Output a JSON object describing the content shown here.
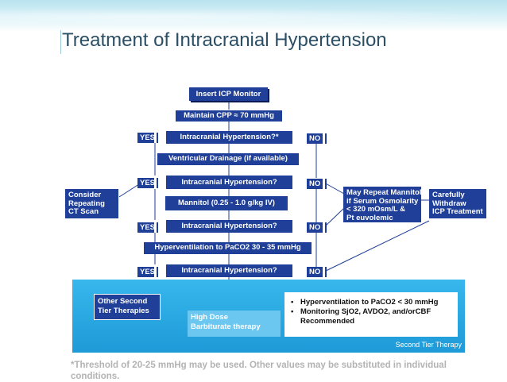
{
  "slide": {
    "title": "Treatment of Intracranial Hypertension"
  },
  "flow": {
    "insert_icp": "Insert ICP Monitor",
    "maintain_cpp": "Maintain CPP ≈ 70 mmHg",
    "ich_1": "Intracranial Hypertension?*",
    "ventricular_drainage": "Ventricular Drainage (if available)",
    "ich_2": "Intracranial Hypertension?",
    "mannitol": "Mannitol (0.25 - 1.0 g/kg IV)",
    "ich_3": "Intracranial Hypertension?",
    "hyperventilation": "Hyperventilation to PaCO2 30 - 35 mmHg",
    "ich_4": "Intracranial Hypertension?"
  },
  "labels": {
    "yes": "YES",
    "no": "NO"
  },
  "side": {
    "consider_ct": [
      "Consider",
      "Repeating",
      "CT Scan"
    ],
    "repeat_mannitol": [
      "May Repeat Mannitol",
      "if Serum Osmolarity",
      "< 320 mOsm/L &",
      "Pt euvolemic"
    ],
    "withdraw_icp": [
      "Carefully",
      "Withdraw",
      "ICP Treatment"
    ]
  },
  "second_tier": {
    "other_therapies": [
      "Other Second",
      "Tier Therapies"
    ],
    "barbiturate": [
      "High Dose",
      "Barbiturate therapy"
    ],
    "bullets": [
      [
        "Hyperventilation to PaCO2 < 30 mmHg"
      ],
      [
        "Monitoring SjO2, AVDO2, and/orCBF",
        "Recommended"
      ]
    ],
    "bullet_char": "•",
    "caption": "Second Tier Therapy"
  },
  "footnote": "*Threshold of 20-25 mmHg may be used. Other values may be substituted in individual conditions.",
  "colors": {
    "box_fill": "#1f3f98",
    "panel_fill": "#2aa8e2",
    "title": "#2b4f66",
    "footnote": "#b3b3b3"
  }
}
